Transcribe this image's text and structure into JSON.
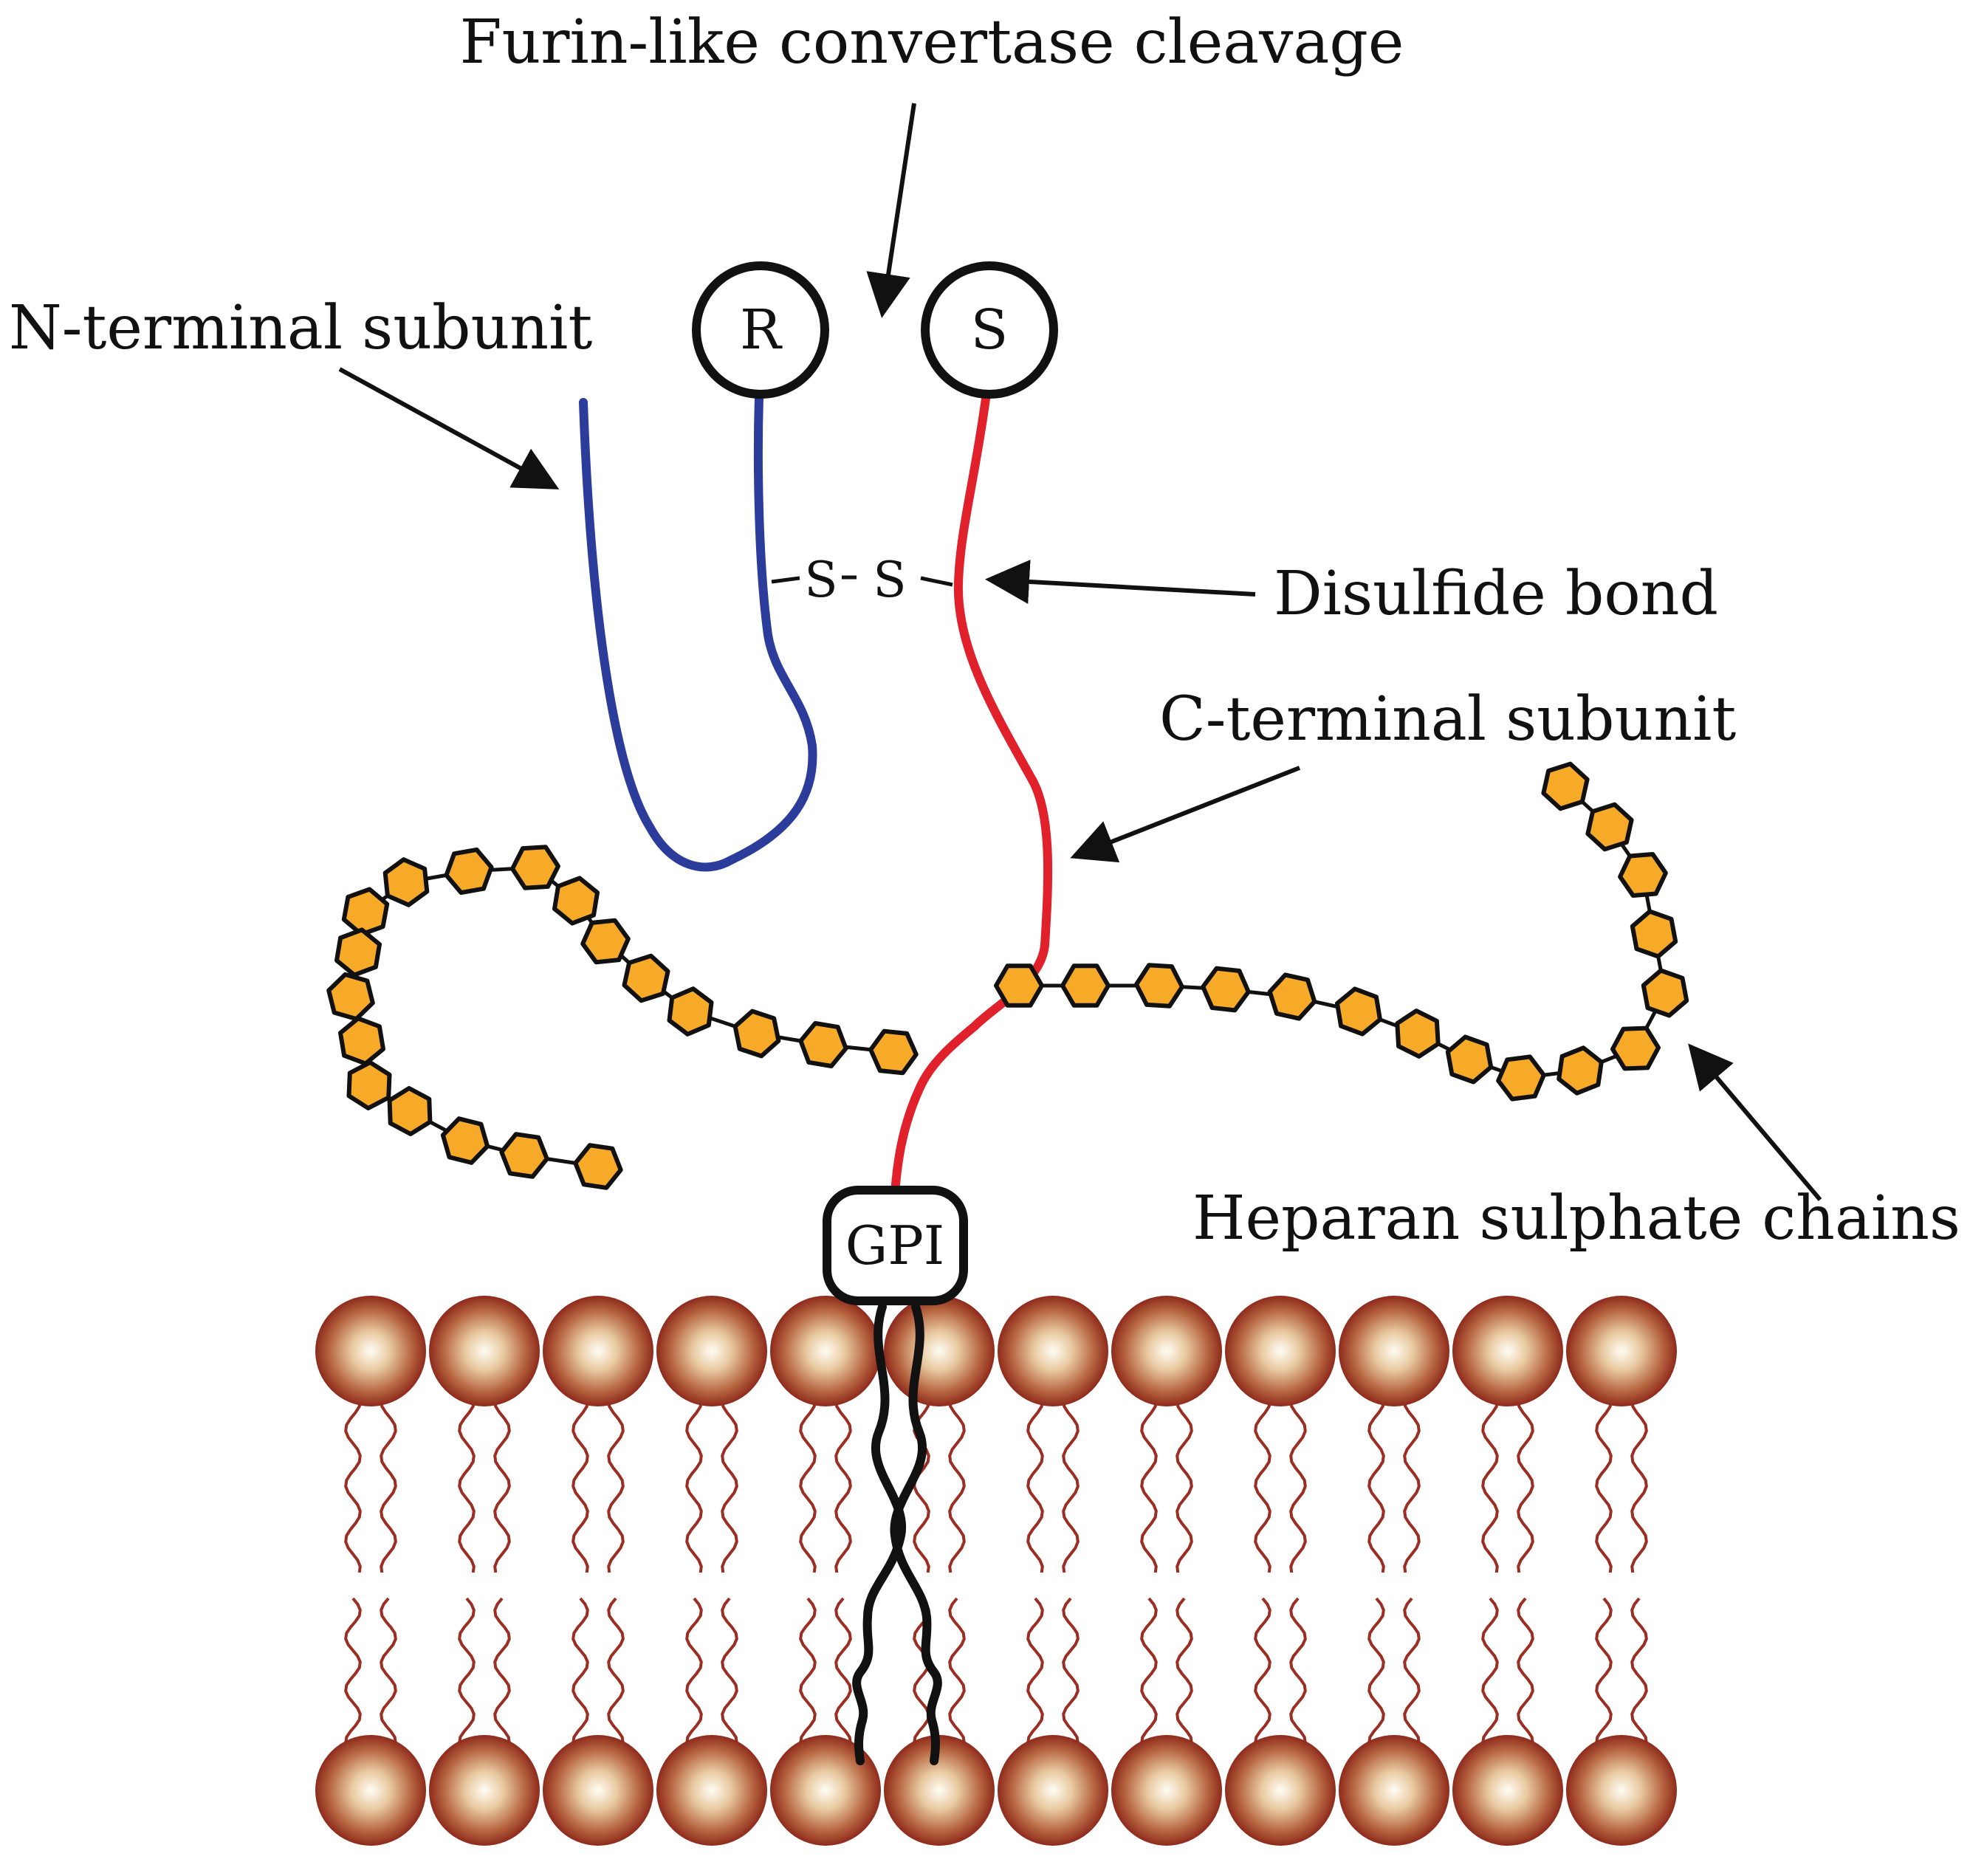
{
  "labels": {
    "furin": "Furin-like convertase cleavage",
    "n_terminal": "N-terminal subunit",
    "disulfide": "Disulfide bond",
    "c_terminal": "C-terminal subunit",
    "heparan": "Heparan sulphate chains"
  },
  "nodes": {
    "r": "R",
    "s": "S",
    "gpi": "GPI"
  },
  "bond": {
    "s1": "S",
    "s2": "S"
  },
  "colors": {
    "n_subunit": "#2b3c9b",
    "c_subunit": "#e0202a",
    "hexagon_fill": "#f7a928",
    "lipid": "#9b2d22",
    "anchor": "#111111"
  }
}
